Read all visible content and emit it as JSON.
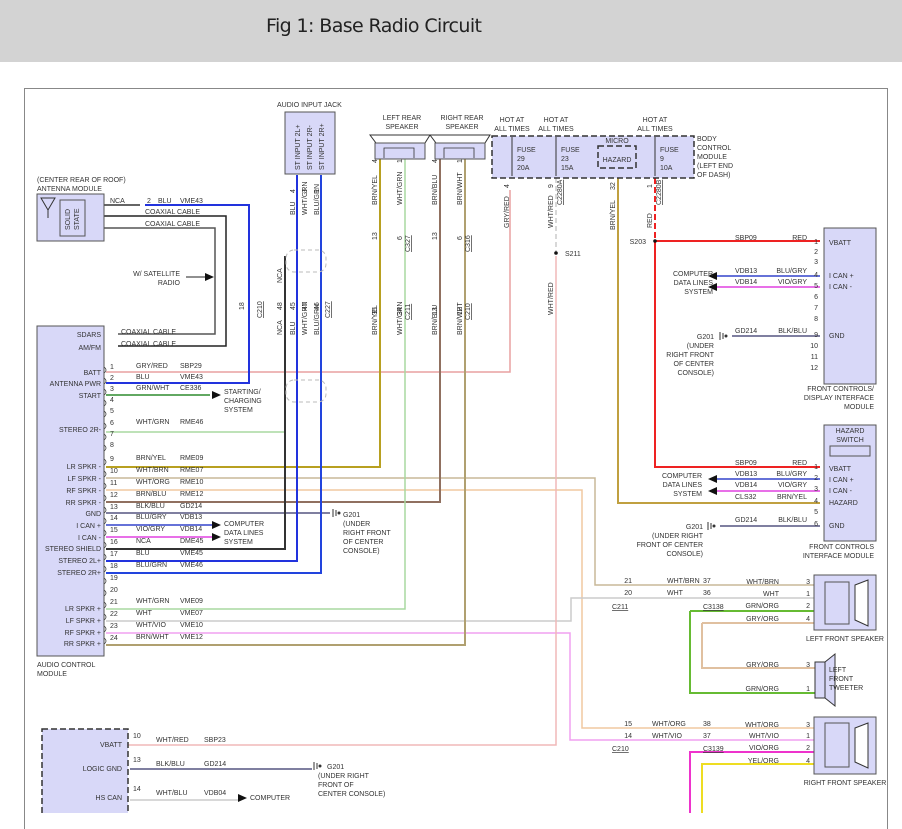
{
  "header": {
    "title": "Fig 1: Base Radio Circuit"
  },
  "colors": {
    "BLU": "#2233dd",
    "GRY/RED": "#e8a0a0",
    "GRN/WHT": "#2e8b2e",
    "WHT/GRN": "#a8d8a0",
    "BRN/YEL": "#b8a020",
    "WHT/BRN": "#c8b898",
    "WHT/ORG": "#f0c8a0",
    "BRN/BLU": "#907060",
    "BLK/BLU": "#555580",
    "BLU/GRY": "#3344cc",
    "VIO/GRY": "#e040e0",
    "NCA": "#333333",
    "BLU/GRN": "#2244dd",
    "WHT": "#cccccc",
    "WHT/VIO": "#f0a0f0",
    "BRN/WHT": "#b0a070",
    "RED": "#ee2222",
    "WHT/RED": "#f0b8b8",
    "GRN/ORG": "#66bb33",
    "GRY/ORG": "#e0c0a0",
    "VIO/ORG": "#ee33cc",
    "YEL/ORG": "#eedd22",
    "BRN/YEL2": "#c0a040"
  },
  "antenna_module": {
    "title": [
      "(CENTER REAR OF ROOF)",
      "ANTENNA MODULE"
    ],
    "inner_label": [
      "SOLID",
      "STATE"
    ],
    "wires": [
      {
        "pin": "2",
        "label_left": "NCA",
        "color": "BLU",
        "circuit": "VME43"
      },
      {
        "label": "COAXIAL CABLE"
      },
      {
        "label": "COAXIAL CABLE"
      }
    ],
    "satellite_note": [
      "W/ SATELLITE",
      "RADIO"
    ],
    "connector": {
      "pin": "18",
      "name": "C210"
    }
  },
  "audio_control_module": {
    "title": [
      "AUDIO CONTROL",
      "MODULE"
    ],
    "coax": [
      {
        "label": "SDARS",
        "cable": "COAXIAL CABLE"
      },
      {
        "label": "AM/FM",
        "cable": "COAXIAL CABLE"
      }
    ],
    "pins": [
      {
        "pin": "1",
        "label": "BATT",
        "color": "GRY/RED",
        "circuit": "SBP29"
      },
      {
        "pin": "2",
        "label": "ANTENNA PWR",
        "color": "BLU",
        "circuit": "VME43"
      },
      {
        "pin": "3",
        "label": "START",
        "color": "GRN/WHT",
        "circuit": "CE336"
      },
      {
        "pin": "4",
        "label": "",
        "color": "",
        "circuit": ""
      },
      {
        "pin": "5",
        "label": "",
        "color": "",
        "circuit": ""
      },
      {
        "pin": "6",
        "label": "STEREO 2R-",
        "color": "WHT/GRN",
        "circuit": "RME46"
      },
      {
        "pin": "7",
        "label": "",
        "color": "",
        "circuit": ""
      },
      {
        "pin": "8",
        "label": "",
        "color": "",
        "circuit": ""
      },
      {
        "pin": "9",
        "label": "LR SPKR -",
        "color": "BRN/YEL",
        "circuit": "RME09"
      },
      {
        "pin": "10",
        "label": "LF SPKR -",
        "color": "WHT/BRN",
        "circuit": "RME07"
      },
      {
        "pin": "11",
        "label": "RF SPKR -",
        "color": "WHT/ORG",
        "circuit": "RME10"
      },
      {
        "pin": "12",
        "label": "RR SPKR -",
        "color": "BRN/BLU",
        "circuit": "RME12"
      },
      {
        "pin": "13",
        "label": "GND",
        "color": "BLK/BLU",
        "circuit": "GD214"
      },
      {
        "pin": "14",
        "label": "I CAN +",
        "color": "BLU/GRY",
        "circuit": "VDB13"
      },
      {
        "pin": "15",
        "label": "I CAN -",
        "color": "VIO/GRY",
        "circuit": "VDB14"
      },
      {
        "pin": "16",
        "label": "STEREO SHIELD",
        "color": "NCA",
        "circuit": "DME45"
      },
      {
        "pin": "17",
        "label": "STEREO 2L+",
        "color": "BLU",
        "circuit": "VME45"
      },
      {
        "pin": "18",
        "label": "STEREO 2R+",
        "color": "BLU/GRN",
        "circuit": "VME46"
      },
      {
        "pin": "19",
        "label": "",
        "color": "",
        "circuit": ""
      },
      {
        "pin": "20",
        "label": "",
        "color": "",
        "circuit": ""
      },
      {
        "pin": "21",
        "label": "LR SPKR +",
        "color": "WHT/GRN",
        "circuit": "VME09"
      },
      {
        "pin": "22",
        "label": "LF SPKR +",
        "color": "WHT",
        "circuit": "VME07"
      },
      {
        "pin": "23",
        "label": "RF SPKR +",
        "color": "WHT/VIO",
        "circuit": "VME10"
      },
      {
        "pin": "24",
        "label": "RR SPKR +",
        "color": "BRN/WHT",
        "circuit": "VME12"
      }
    ],
    "starting_note": [
      "STARTING/",
      "CHARGING",
      "SYSTEM"
    ],
    "data_note": [
      "COMPUTER",
      "DATA LINES",
      "SYSTEM"
    ],
    "ground_note": [
      "G201",
      "(UNDER",
      "RIGHT FRONT",
      "OF CENTER",
      "CONSOLE)"
    ]
  },
  "audio_input_jack": {
    "title": "AUDIO INPUT JACK",
    "pins": [
      {
        "label": "ST INPUT 2L+",
        "pin": "4",
        "color": "BLU",
        "c227_pin": "45"
      },
      {
        "label": "ST INPUT 2R-",
        "pin": "3",
        "color": "WHT/GRN",
        "c227_pin": "47"
      },
      {
        "label": "ST INPUT 2R+",
        "pin": "1",
        "color": "BLU/GRN",
        "c227_pin": "46"
      }
    ],
    "nca_pin": "48",
    "nca_label": "NCA",
    "connector": "C227"
  },
  "left_rear_speaker": {
    "title": [
      "LEFT REAR",
      "SPEAKER"
    ],
    "wires": [
      {
        "pin": "4",
        "color": "BRN/YEL",
        "c327": "13",
        "c211": "35"
      },
      {
        "pin": "1",
        "color": "WHT/GRN",
        "c327": "6",
        "c211": "34"
      }
    ],
    "connectors": [
      "C327",
      "C211"
    ]
  },
  "right_rear_speaker": {
    "title": [
      "RIGHT REAR",
      "SPEAKER"
    ],
    "wires": [
      {
        "pin": "4",
        "color": "BRN/BLU",
        "c316": "13",
        "c210": "13"
      },
      {
        "pin": "1",
        "color": "BRN/WHT",
        "c316": "6",
        "c210": "12"
      }
    ],
    "connectors": [
      "C316",
      "C210"
    ]
  },
  "body_control_module": {
    "title": [
      "BODY",
      "CONTROL",
      "MODULE",
      "(LEFT END",
      "OF DASH)"
    ],
    "fuses": [
      {
        "hot": [
          "HOT AT",
          "ALL TIMES"
        ],
        "name": "FUSE",
        "num": "29",
        "amps": "20A",
        "pin": "4",
        "color": "GRY/RED",
        "connector": ""
      },
      {
        "hot": [
          "HOT AT",
          "ALL TIMES"
        ],
        "name": "FUSE",
        "num": "23",
        "amps": "15A",
        "pin": "9",
        "color": "WHT/RED",
        "connector": "C2280A"
      },
      {
        "hot": [
          "HOT AT",
          "ALL TIMES"
        ],
        "name": "FUSE",
        "num": "9",
        "amps": "10A",
        "pin": "1",
        "color": "RED",
        "connector": "C2280B"
      }
    ],
    "micro": {
      "label": "MICRO",
      "inner": "HAZARD",
      "pin": "32",
      "color": "BRN/YEL"
    },
    "splices": {
      "s203": "S203",
      "s211": "S211"
    },
    "wht_red_label": "WHT/RED"
  },
  "front_controls_display": {
    "title": [
      "FRONT CONTROLS/",
      "DISPLAY INTERFACE",
      "MODULE"
    ],
    "pins": [
      {
        "pin": "1",
        "label": "VBATT",
        "color": "RED",
        "circuit": "SBP09"
      },
      {
        "pin": "2",
        "label": "",
        "color": "",
        "circuit": ""
      },
      {
        "pin": "3",
        "label": "",
        "color": "",
        "circuit": ""
      },
      {
        "pin": "4",
        "label": "I CAN +",
        "color": "BLU/GRY",
        "circuit": "VDB13"
      },
      {
        "pin": "5",
        "label": "I CAN -",
        "color": "VIO/GRY",
        "circuit": "VDB14"
      },
      {
        "pin": "6",
        "label": "",
        "color": "",
        "circuit": ""
      },
      {
        "pin": "7",
        "label": "",
        "color": "",
        "circuit": ""
      },
      {
        "pin": "8",
        "label": "",
        "color": "",
        "circuit": ""
      },
      {
        "pin": "9",
        "label": "GND",
        "color": "BLK/BLU",
        "circuit": "GD214"
      },
      {
        "pin": "10",
        "label": "",
        "color": "",
        "circuit": ""
      },
      {
        "pin": "11",
        "label": "",
        "color": "",
        "circuit": ""
      },
      {
        "pin": "12",
        "label": "",
        "color": "",
        "circuit": ""
      }
    ],
    "data_note": [
      "COMPUTER",
      "DATA LINES",
      "SYSTEM"
    ],
    "ground_note": [
      "G201",
      "(UNDER",
      "RIGHT FRONT",
      "OF CENTER",
      "CONSOLE)"
    ]
  },
  "front_controls_interface": {
    "title": [
      "FRONT CONTROLS",
      "INTERFACE MODULE"
    ],
    "switch_label": [
      "HAZARD",
      "SWITCH"
    ],
    "pins": [
      {
        "pin": "1",
        "label": "VBATT",
        "color": "RED",
        "circuit": "SBP09"
      },
      {
        "pin": "2",
        "label": "I CAN +",
        "color": "BLU/GRY",
        "circuit": "VDB13"
      },
      {
        "pin": "3",
        "label": "I CAN -",
        "color": "VIO/GRY",
        "circuit": "VDB14"
      },
      {
        "pin": "4",
        "label": "HAZARD",
        "color": "BRN/YEL",
        "circuit": "CLS32"
      },
      {
        "pin": "5",
        "label": "",
        "color": "",
        "circuit": ""
      },
      {
        "pin": "6",
        "label": "GND",
        "color": "BLK/BLU",
        "circuit": "GD214"
      }
    ],
    "data_note": [
      "COMPUTER",
      "DATA LINES",
      "SYSTEM"
    ],
    "ground_note": [
      "G201",
      "(UNDER RIGHT",
      "FRONT OF CENTER",
      "CONSOLE)"
    ]
  },
  "left_front": {
    "c211": [
      {
        "pin": "21",
        "color": "WHT/BRN"
      },
      {
        "pin": "20",
        "color": "WHT"
      }
    ],
    "c211_name": "C211",
    "c3138": [
      {
        "pin": "37"
      },
      {
        "pin": "36"
      }
    ],
    "c3138_name": "C3138",
    "speaker_pins": [
      {
        "pin": "3",
        "color": "WHT/BRN"
      },
      {
        "pin": "1",
        "color": "WHT"
      },
      {
        "pin": "2",
        "color": "GRN/ORG"
      },
      {
        "pin": "4",
        "color": "GRY/ORG"
      }
    ],
    "speaker_title": "LEFT FRONT SPEAKER",
    "tweeter_pins": [
      {
        "pin": "3",
        "color": "GRY/ORG"
      },
      {
        "pin": "1",
        "color": "GRN/ORG"
      }
    ],
    "tweeter_title": [
      "LEFT",
      "FRONT",
      "TWEETER"
    ]
  },
  "right_front": {
    "c210": [
      {
        "pin": "15",
        "color": "WHT/ORG"
      },
      {
        "pin": "14",
        "color": "WHT/VIO"
      }
    ],
    "c210_name": "C210",
    "c3139": [
      {
        "pin": "38"
      },
      {
        "pin": "37"
      }
    ],
    "c3139_name": "C3139",
    "speaker_pins": [
      {
        "pin": "3",
        "color": "WHT/ORG"
      },
      {
        "pin": "1",
        "color": "WHT/VIO"
      },
      {
        "pin": "2",
        "color": "VIO/ORG"
      },
      {
        "pin": "4",
        "color": "YEL/ORG"
      }
    ],
    "speaker_title": "RIGHT FRONT SPEAKER"
  },
  "lower_module": {
    "pins": [
      {
        "pin": "10",
        "label": "VBATT",
        "color": "WHT/RED",
        "circuit": "SBP23"
      },
      {
        "pin": "13",
        "label": "LOGIC GND",
        "color": "BLK/BLU",
        "circuit": "GD214"
      },
      {
        "pin": "14",
        "label": "HS CAN",
        "color": "WHT/BLU",
        "circuit": "VDB04"
      }
    ],
    "data_note": "COMPUTER",
    "ground_note": [
      "G201",
      "(UNDER RIGHT",
      "FRONT OF",
      "CENTER CONSOLE)"
    ]
  }
}
